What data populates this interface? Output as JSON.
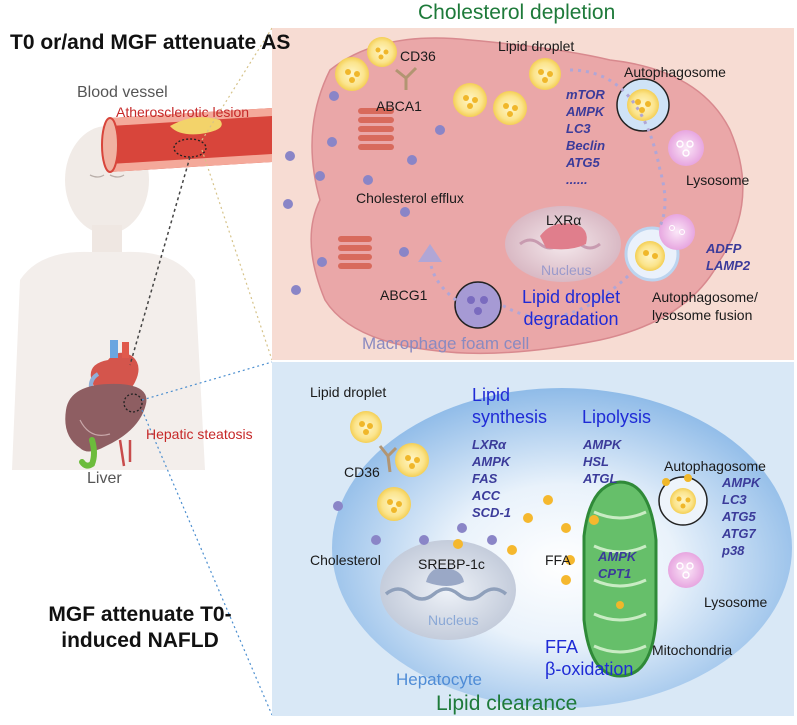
{
  "panel_title_top": "T0 or/and MGF attenuate AS",
  "panel_title_bottom": "MGF attenuate T0-induced NAFLD",
  "body_labels": {
    "blood_vessel": "Blood vessel",
    "atherosclerotic_lesion": "Atherosclerotic lesion",
    "hepatic_steatosis": "Hepatic steatosis",
    "liver": "Liver"
  },
  "top_panel": {
    "title": "Cholesterol depletion",
    "cd36": "CD36",
    "lipid_droplet": "Lipid droplet",
    "abca1": "ABCA1",
    "abcg1": "ABCG1",
    "cholesterol_efflux": "Cholesterol efflux",
    "autophagosome": "Autophagosome",
    "autophagy_genes": [
      "mTOR",
      "AMPK",
      "LC3",
      "Beclin",
      "ATG5",
      "......"
    ],
    "lysosome": "Lysosome",
    "lxr": "LXRα",
    "nucleus": "Nucleus",
    "fusion_genes": [
      "ADFP",
      "LAMP2"
    ],
    "fusion_label": [
      "Autophagosome/",
      "lysosome fusion"
    ],
    "lipid_degradation": [
      "Lipid droplet",
      "degradation"
    ],
    "cell_name": "Macrophage foam cell"
  },
  "bottom_panel": {
    "title": "Lipid clearance",
    "lipid_droplet": "Lipid droplet",
    "cd36": "CD36",
    "cholesterol": "Cholesterol",
    "lipid_synthesis": [
      "Lipid",
      "synthesis"
    ],
    "synthesis_genes": [
      "LXRα",
      "AMPK",
      "FAS",
      "ACC",
      "SCD-1"
    ],
    "lipolysis": "Lipolysis",
    "lipolysis_genes": [
      "AMPK",
      "HSL",
      "ATGL"
    ],
    "autophagosome": "Autophagosome",
    "autophagy_genes": [
      "AMPK",
      "LC3",
      "ATG5",
      "ATG7",
      "p38"
    ],
    "lysosome": "Lysosome",
    "srebp": "SREBP-1c",
    "nucleus": "Nucleus",
    "ffa": "FFA",
    "mito_genes": [
      "AMPK",
      "CPT1"
    ],
    "beta_oxidation": [
      "FFA",
      "β-oxidation"
    ],
    "mitochondria": "Mitochondria",
    "cell_name": "Hepatocyte"
  },
  "colors": {
    "top_panel_bg": "#f7dcd3",
    "cell_body": "#e8a4a6",
    "bottom_panel_bg": "#d9e8f6",
    "hepatocyte_body": "#a9cbee",
    "lipid_droplet": "#f9d54a",
    "cholesterol_dot": "#8a85c7",
    "mitochondria": "#4caf50",
    "title_green": "#1e7a3a",
    "gene_blue": "#3b3b9a",
    "label_red": "#c62828"
  }
}
